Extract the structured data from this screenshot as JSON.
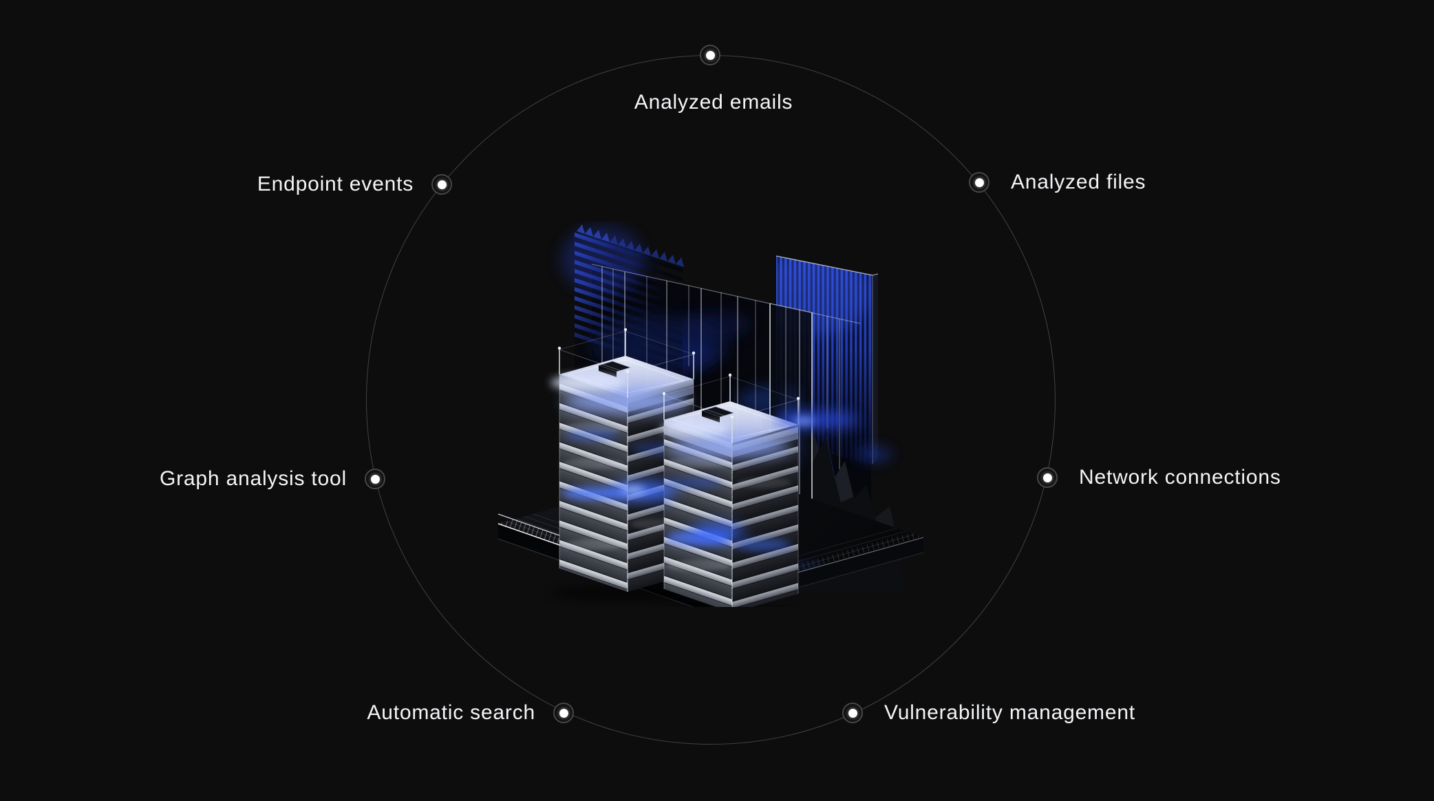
{
  "page": {
    "type": "feature-ring-diagram",
    "background": "#0d0d0e"
  },
  "colors": {
    "text": "#f4f5f7",
    "ring": "rgba(255,255,255,0.22)",
    "dot_core": "#ffffff",
    "accent_blue": "#2a49d8",
    "glow_blue": "#3f6eff"
  },
  "diagram": {
    "illustration": {
      "name": "server-towers-3d",
      "description": "Isometric 3D render of two translucent glowing server towers on a dark ribbed platform, with a finned heatsink panel, hanging wires, a blue striped panel and a rock formation"
    },
    "nodes": [
      {
        "label": "Analyzed emails",
        "position": "top"
      },
      {
        "label": "Endpoint events",
        "position": "upper-left"
      },
      {
        "label": "Analyzed files",
        "position": "upper-right"
      },
      {
        "label": "Graph analysis tool",
        "position": "left"
      },
      {
        "label": "Network connections",
        "position": "right"
      },
      {
        "label": "Automatic search",
        "position": "bottom-left"
      },
      {
        "label": "Vulnerability management",
        "position": "bottom-right"
      }
    ]
  }
}
